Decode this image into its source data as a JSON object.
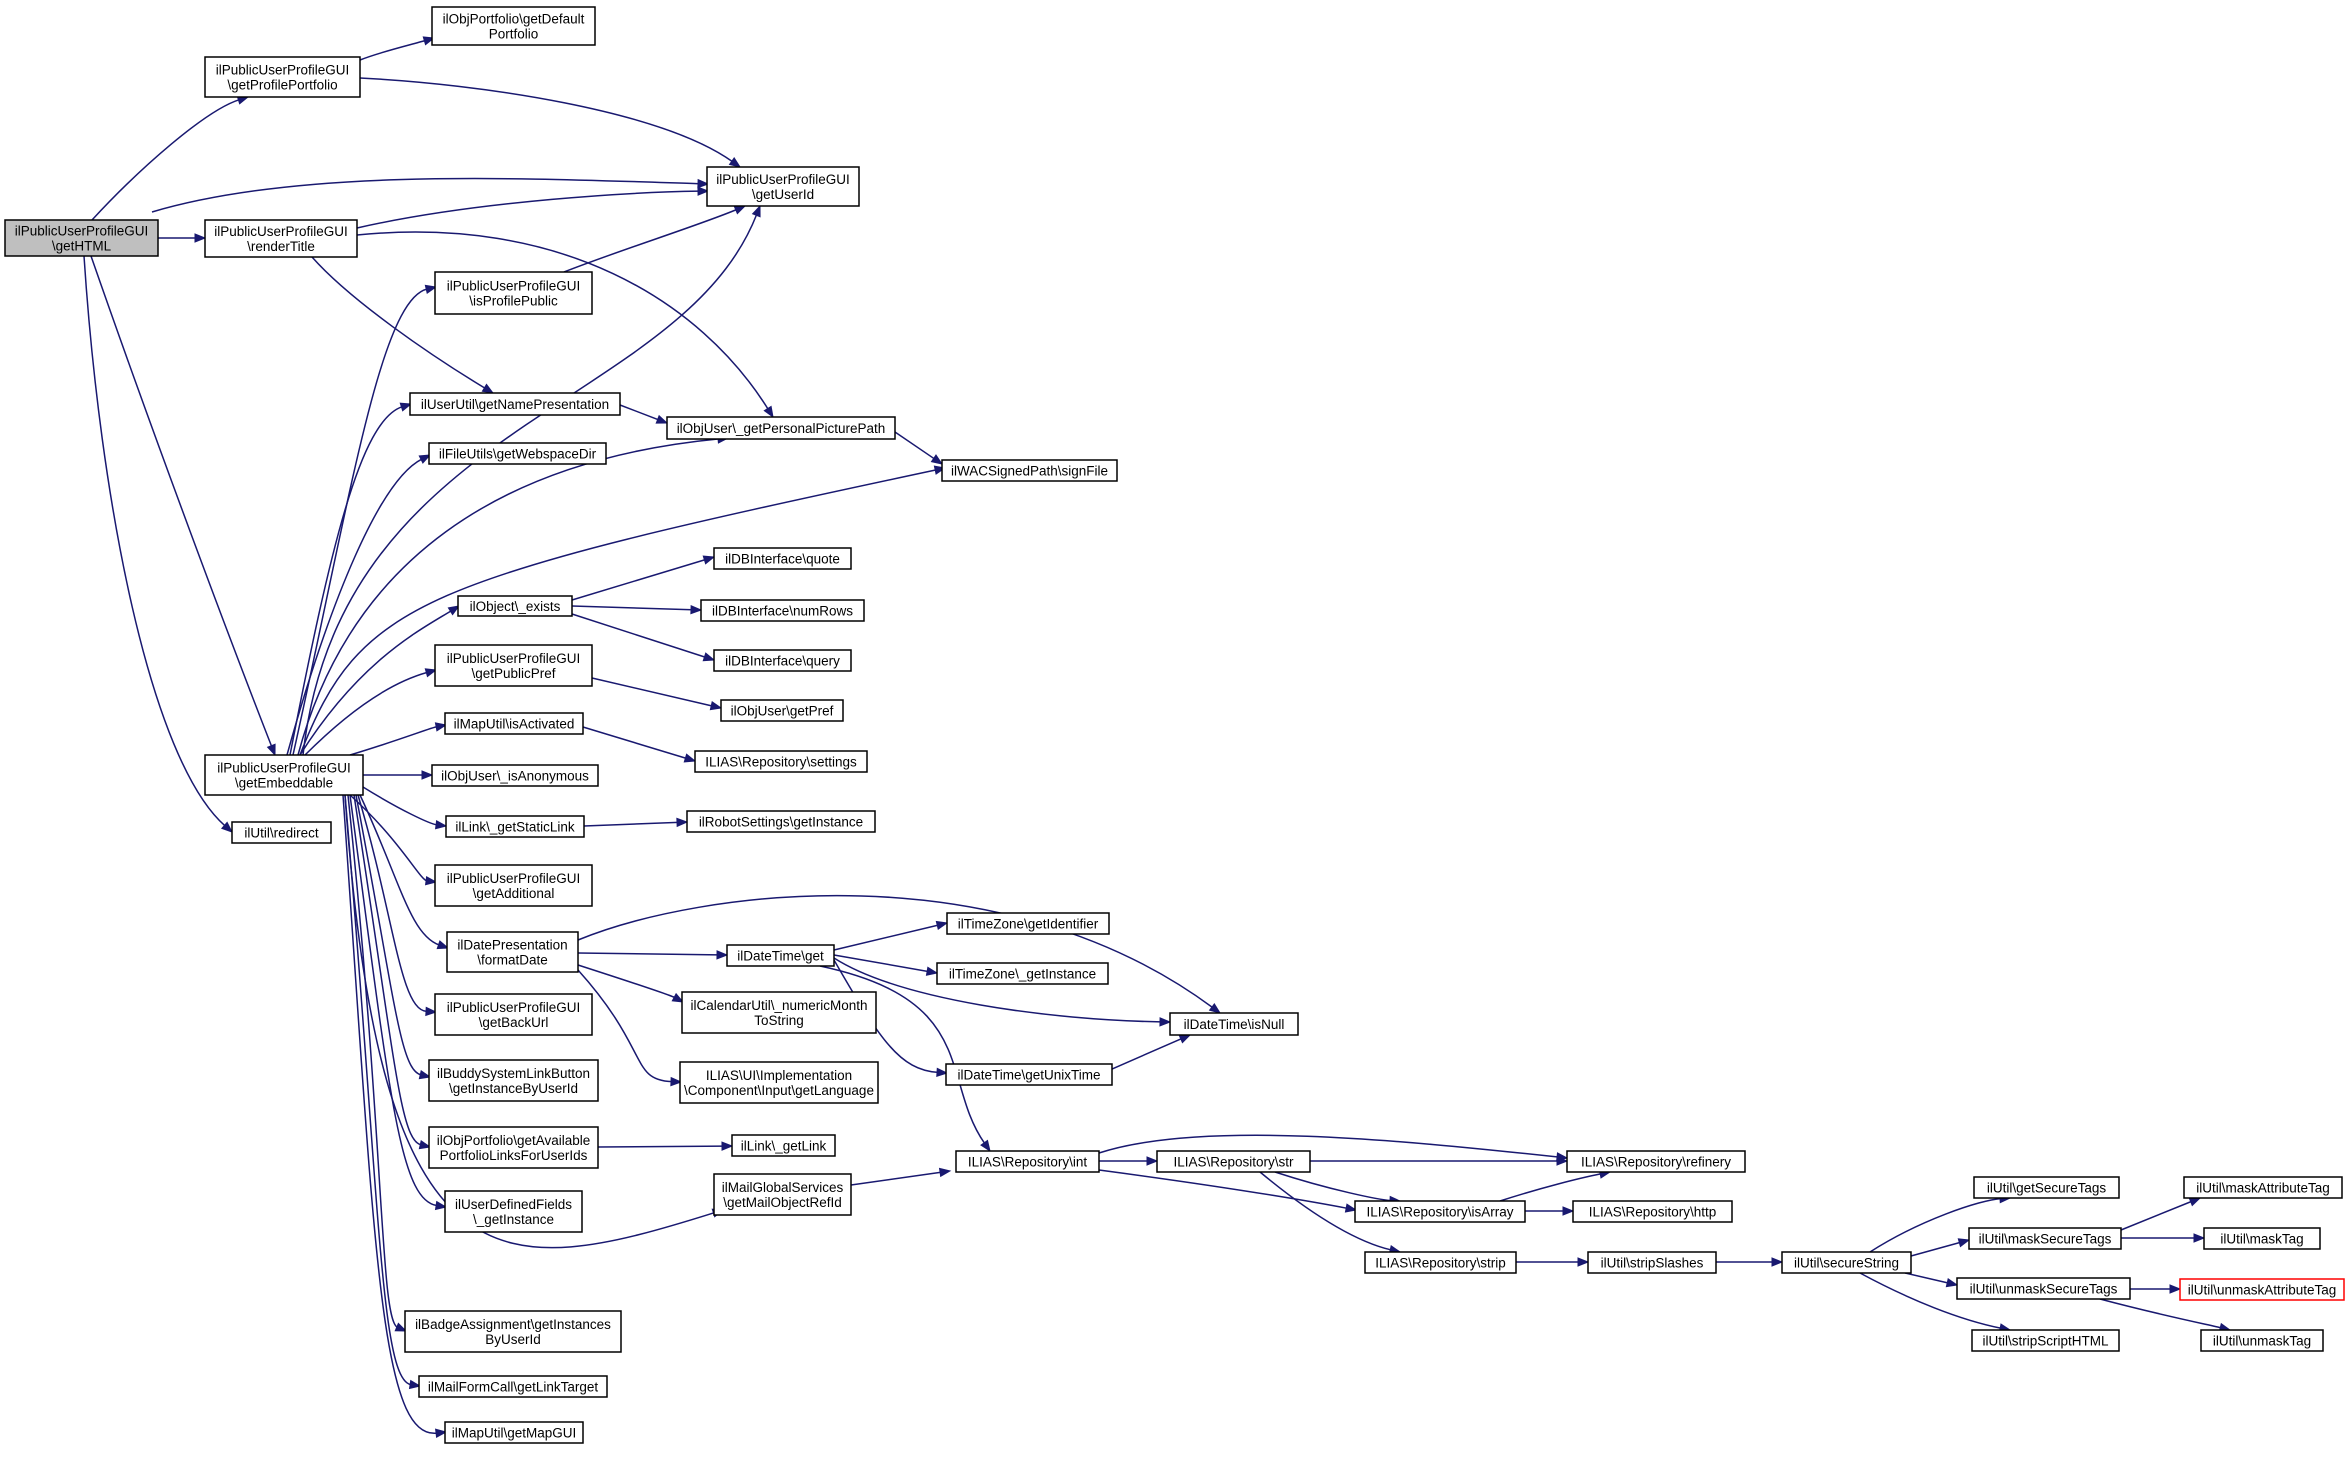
{
  "diagram": {
    "type": "call-graph",
    "colors": {
      "edge": "#191970",
      "node_border": "#000000",
      "root_fill": "#bfbfbf",
      "node_fill": "#ffffff",
      "truncated_border": "#ff0000"
    },
    "nodes": [
      {
        "id": "n0",
        "label": [
          "ilPublicUserProfileGUI",
          "\\getHTML"
        ],
        "root": true
      },
      {
        "id": "n1",
        "label": [
          "ilPublicUserProfileGUI",
          "\\getProfilePortfolio"
        ]
      },
      {
        "id": "n2",
        "label": [
          "ilObjPortfolio\\getDefault",
          "Portfolio"
        ]
      },
      {
        "id": "n3",
        "label": [
          "ilPublicUserProfileGUI",
          "\\getUserId"
        ]
      },
      {
        "id": "n4",
        "label": [
          "ilPublicUserProfileGUI",
          "\\renderTitle"
        ]
      },
      {
        "id": "n5",
        "label": [
          "ilPublicUserProfileGUI",
          "\\isProfilePublic"
        ]
      },
      {
        "id": "n6",
        "label": [
          "ilUserUtil\\getNamePresentation"
        ]
      },
      {
        "id": "n7",
        "label": [
          "ilObjUser\\_getPersonalPicturePath"
        ]
      },
      {
        "id": "n8",
        "label": [
          "ilWACSignedPath\\signFile"
        ]
      },
      {
        "id": "n9",
        "label": [
          "ilFileUtils\\getWebspaceDir"
        ]
      },
      {
        "id": "n10",
        "label": [
          "ilObject\\_exists"
        ]
      },
      {
        "id": "n11",
        "label": [
          "ilDBInterface\\quote"
        ]
      },
      {
        "id": "n12",
        "label": [
          "ilDBInterface\\numRows"
        ]
      },
      {
        "id": "n13",
        "label": [
          "ilDBInterface\\query"
        ]
      },
      {
        "id": "n14",
        "label": [
          "ilPublicUserProfileGUI",
          "\\getPublicPref"
        ]
      },
      {
        "id": "n15",
        "label": [
          "ilObjUser\\getPref"
        ]
      },
      {
        "id": "n16",
        "label": [
          "ilMapUtil\\isActivated"
        ]
      },
      {
        "id": "n17",
        "label": [
          "ILIAS\\Repository\\settings"
        ]
      },
      {
        "id": "n18",
        "label": [
          "ilPublicUserProfileGUI",
          "\\getEmbeddable"
        ]
      },
      {
        "id": "n19",
        "label": [
          "ilObjUser\\_isAnonymous"
        ]
      },
      {
        "id": "n20",
        "label": [
          "ilLink\\_getStaticLink"
        ]
      },
      {
        "id": "n21",
        "label": [
          "ilRobotSettings\\getInstance"
        ]
      },
      {
        "id": "n22",
        "label": [
          "ilUtil\\redirect"
        ]
      },
      {
        "id": "n23",
        "label": [
          "ilPublicUserProfileGUI",
          "\\getAdditional"
        ]
      },
      {
        "id": "n24",
        "label": [
          "ilDatePresentation",
          "\\formatDate"
        ]
      },
      {
        "id": "n25",
        "label": [
          "ilDateTime\\get"
        ]
      },
      {
        "id": "n26",
        "label": [
          "ilTimeZone\\getIdentifier"
        ]
      },
      {
        "id": "n27",
        "label": [
          "ilTimeZone\\_getInstance"
        ]
      },
      {
        "id": "n28",
        "label": [
          "ilCalendarUtil\\_numericMonth",
          "ToString"
        ]
      },
      {
        "id": "n29",
        "label": [
          "ilDateTime\\isNull"
        ]
      },
      {
        "id": "n30",
        "label": [
          "ilPublicUserProfileGUI",
          "\\getBackUrl"
        ]
      },
      {
        "id": "n31",
        "label": [
          "ilDateTime\\getUnixTime"
        ]
      },
      {
        "id": "n32",
        "label": [
          "ILIAS\\UI\\Implementation",
          "\\Component\\Input\\getLanguage"
        ]
      },
      {
        "id": "n33",
        "label": [
          "ilBuddySystemLinkButton",
          "\\getInstanceByUserId"
        ]
      },
      {
        "id": "n34",
        "label": [
          "ilObjPortfolio\\getAvailable",
          "PortfolioLinksForUserIds"
        ]
      },
      {
        "id": "n35",
        "label": [
          "ilLink\\_getLink"
        ]
      },
      {
        "id": "n36",
        "label": [
          "ILIAS\\Repository\\int"
        ]
      },
      {
        "id": "n37",
        "label": [
          "ILIAS\\Repository\\str"
        ]
      },
      {
        "id": "n38",
        "label": [
          "ILIAS\\Repository\\refinery"
        ]
      },
      {
        "id": "n39",
        "label": [
          "ilUserDefinedFields",
          "\\_getInstance"
        ]
      },
      {
        "id": "n40",
        "label": [
          "ILIAS\\Repository\\isArray"
        ]
      },
      {
        "id": "n41",
        "label": [
          "ILIAS\\Repository\\http"
        ]
      },
      {
        "id": "n42",
        "label": [
          "ilMailGlobalServices",
          "\\getMailObjectRefId"
        ]
      },
      {
        "id": "n43",
        "label": [
          "ILIAS\\Repository\\strip"
        ]
      },
      {
        "id": "n44",
        "label": [
          "ilUtil\\stripSlashes"
        ]
      },
      {
        "id": "n45",
        "label": [
          "ilUtil\\secureString"
        ]
      },
      {
        "id": "n46",
        "label": [
          "ilUtil\\getSecureTags"
        ]
      },
      {
        "id": "n47",
        "label": [
          "ilUtil\\maskSecureTags"
        ]
      },
      {
        "id": "n48",
        "label": [
          "ilUtil\\maskAttributeTag"
        ]
      },
      {
        "id": "n49",
        "label": [
          "ilUtil\\maskTag"
        ]
      },
      {
        "id": "n50",
        "label": [
          "ilUtil\\unmaskSecureTags"
        ]
      },
      {
        "id": "n51",
        "label": [
          "ilUtil\\unmaskAttributeTag"
        ],
        "truncated": true
      },
      {
        "id": "n52",
        "label": [
          "ilUtil\\stripScriptHTML"
        ]
      },
      {
        "id": "n53",
        "label": [
          "ilUtil\\unmaskTag"
        ]
      },
      {
        "id": "n54",
        "label": [
          "ilBadgeAssignment\\getInstances",
          "ByUserId"
        ]
      },
      {
        "id": "n55",
        "label": [
          "ilMailFormCall\\getLinkTarget"
        ]
      },
      {
        "id": "n56",
        "label": [
          "ilMapUtil\\getMapGUI"
        ]
      }
    ],
    "edges": [
      [
        "n0",
        "n1"
      ],
      [
        "n0",
        "n3"
      ],
      [
        "n0",
        "n4"
      ],
      [
        "n0",
        "n18"
      ],
      [
        "n0",
        "n22"
      ],
      [
        "n1",
        "n2"
      ],
      [
        "n1",
        "n3"
      ],
      [
        "n4",
        "n3"
      ],
      [
        "n4",
        "n6"
      ],
      [
        "n4",
        "n7"
      ],
      [
        "n5",
        "n3"
      ],
      [
        "n6",
        "n7"
      ],
      [
        "n7",
        "n8"
      ],
      [
        "n10",
        "n11"
      ],
      [
        "n10",
        "n12"
      ],
      [
        "n10",
        "n13"
      ],
      [
        "n14",
        "n15"
      ],
      [
        "n16",
        "n17"
      ],
      [
        "n18",
        "n3"
      ],
      [
        "n18",
        "n5"
      ],
      [
        "n18",
        "n6"
      ],
      [
        "n18",
        "n7"
      ],
      [
        "n18",
        "n8"
      ],
      [
        "n18",
        "n9"
      ],
      [
        "n18",
        "n10"
      ],
      [
        "n18",
        "n14"
      ],
      [
        "n18",
        "n16"
      ],
      [
        "n18",
        "n19"
      ],
      [
        "n18",
        "n20"
      ],
      [
        "n18",
        "n23"
      ],
      [
        "n18",
        "n24"
      ],
      [
        "n18",
        "n30"
      ],
      [
        "n18",
        "n33"
      ],
      [
        "n18",
        "n34"
      ],
      [
        "n18",
        "n39"
      ],
      [
        "n18",
        "n42"
      ],
      [
        "n18",
        "n54"
      ],
      [
        "n18",
        "n55"
      ],
      [
        "n18",
        "n56"
      ],
      [
        "n20",
        "n21"
      ],
      [
        "n24",
        "n25"
      ],
      [
        "n24",
        "n28"
      ],
      [
        "n24",
        "n29"
      ],
      [
        "n24",
        "n32"
      ],
      [
        "n25",
        "n26"
      ],
      [
        "n25",
        "n27"
      ],
      [
        "n25",
        "n29"
      ],
      [
        "n25",
        "n31"
      ],
      [
        "n25",
        "n36"
      ],
      [
        "n31",
        "n29"
      ],
      [
        "n34",
        "n35"
      ],
      [
        "n36",
        "n37"
      ],
      [
        "n36",
        "n38"
      ],
      [
        "n36",
        "n40"
      ],
      [
        "n37",
        "n38"
      ],
      [
        "n37",
        "n40"
      ],
      [
        "n37",
        "n43"
      ],
      [
        "n40",
        "n38"
      ],
      [
        "n40",
        "n41"
      ],
      [
        "n42",
        "n36"
      ],
      [
        "n43",
        "n44"
      ],
      [
        "n44",
        "n45"
      ],
      [
        "n45",
        "n46"
      ],
      [
        "n45",
        "n47"
      ],
      [
        "n45",
        "n50"
      ],
      [
        "n45",
        "n52"
      ],
      [
        "n47",
        "n48"
      ],
      [
        "n47",
        "n49"
      ],
      [
        "n50",
        "n51"
      ],
      [
        "n50",
        "n53"
      ]
    ]
  }
}
